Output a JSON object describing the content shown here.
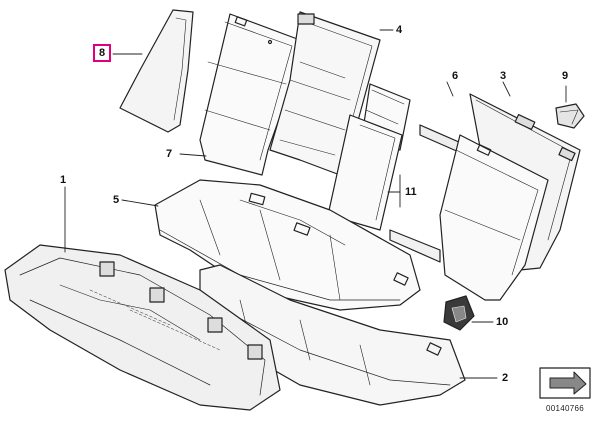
{
  "callouts": {
    "c1": "1",
    "c2": "2",
    "c3": "3",
    "c4": "4",
    "c5": "5",
    "c6": "6",
    "c7": "7",
    "c8": "8",
    "c9": "9",
    "c10": "10",
    "c11": "11"
  },
  "catalog_code": "00140766",
  "colors": {
    "line": "#222222",
    "highlight": "#e0007a",
    "shade": "#bdbdbd"
  }
}
